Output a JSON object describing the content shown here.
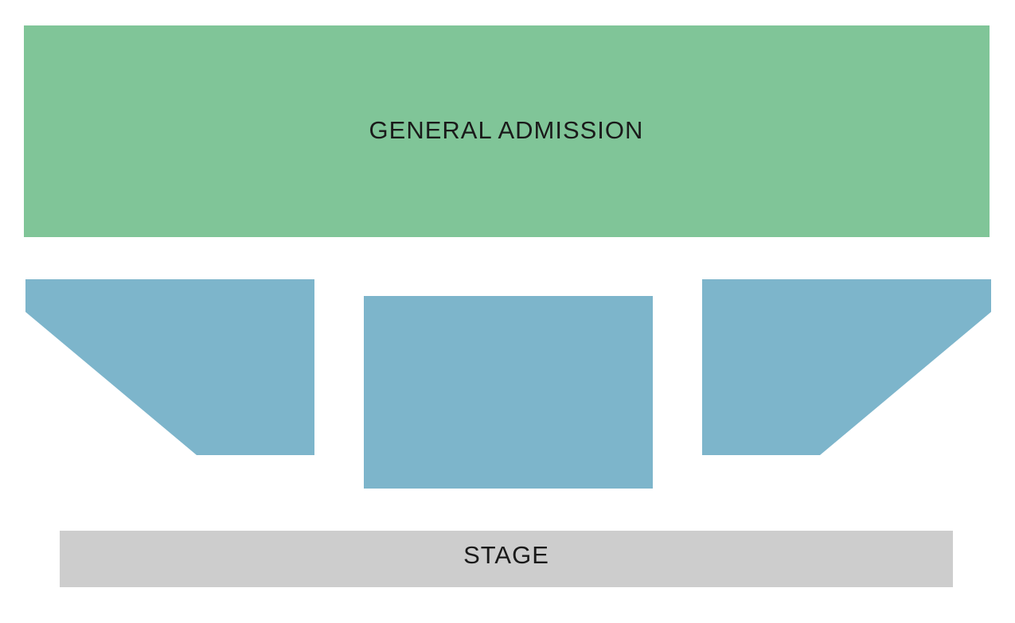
{
  "seat_map": {
    "general_admission": {
      "label": "GENERAL ADMISSION",
      "color": "#80c598"
    },
    "seated_sections": {
      "color": "#7db5cb",
      "sections": [
        "left",
        "center",
        "right"
      ]
    },
    "stage": {
      "label": "STAGE",
      "color": "#cdcdcd"
    }
  }
}
